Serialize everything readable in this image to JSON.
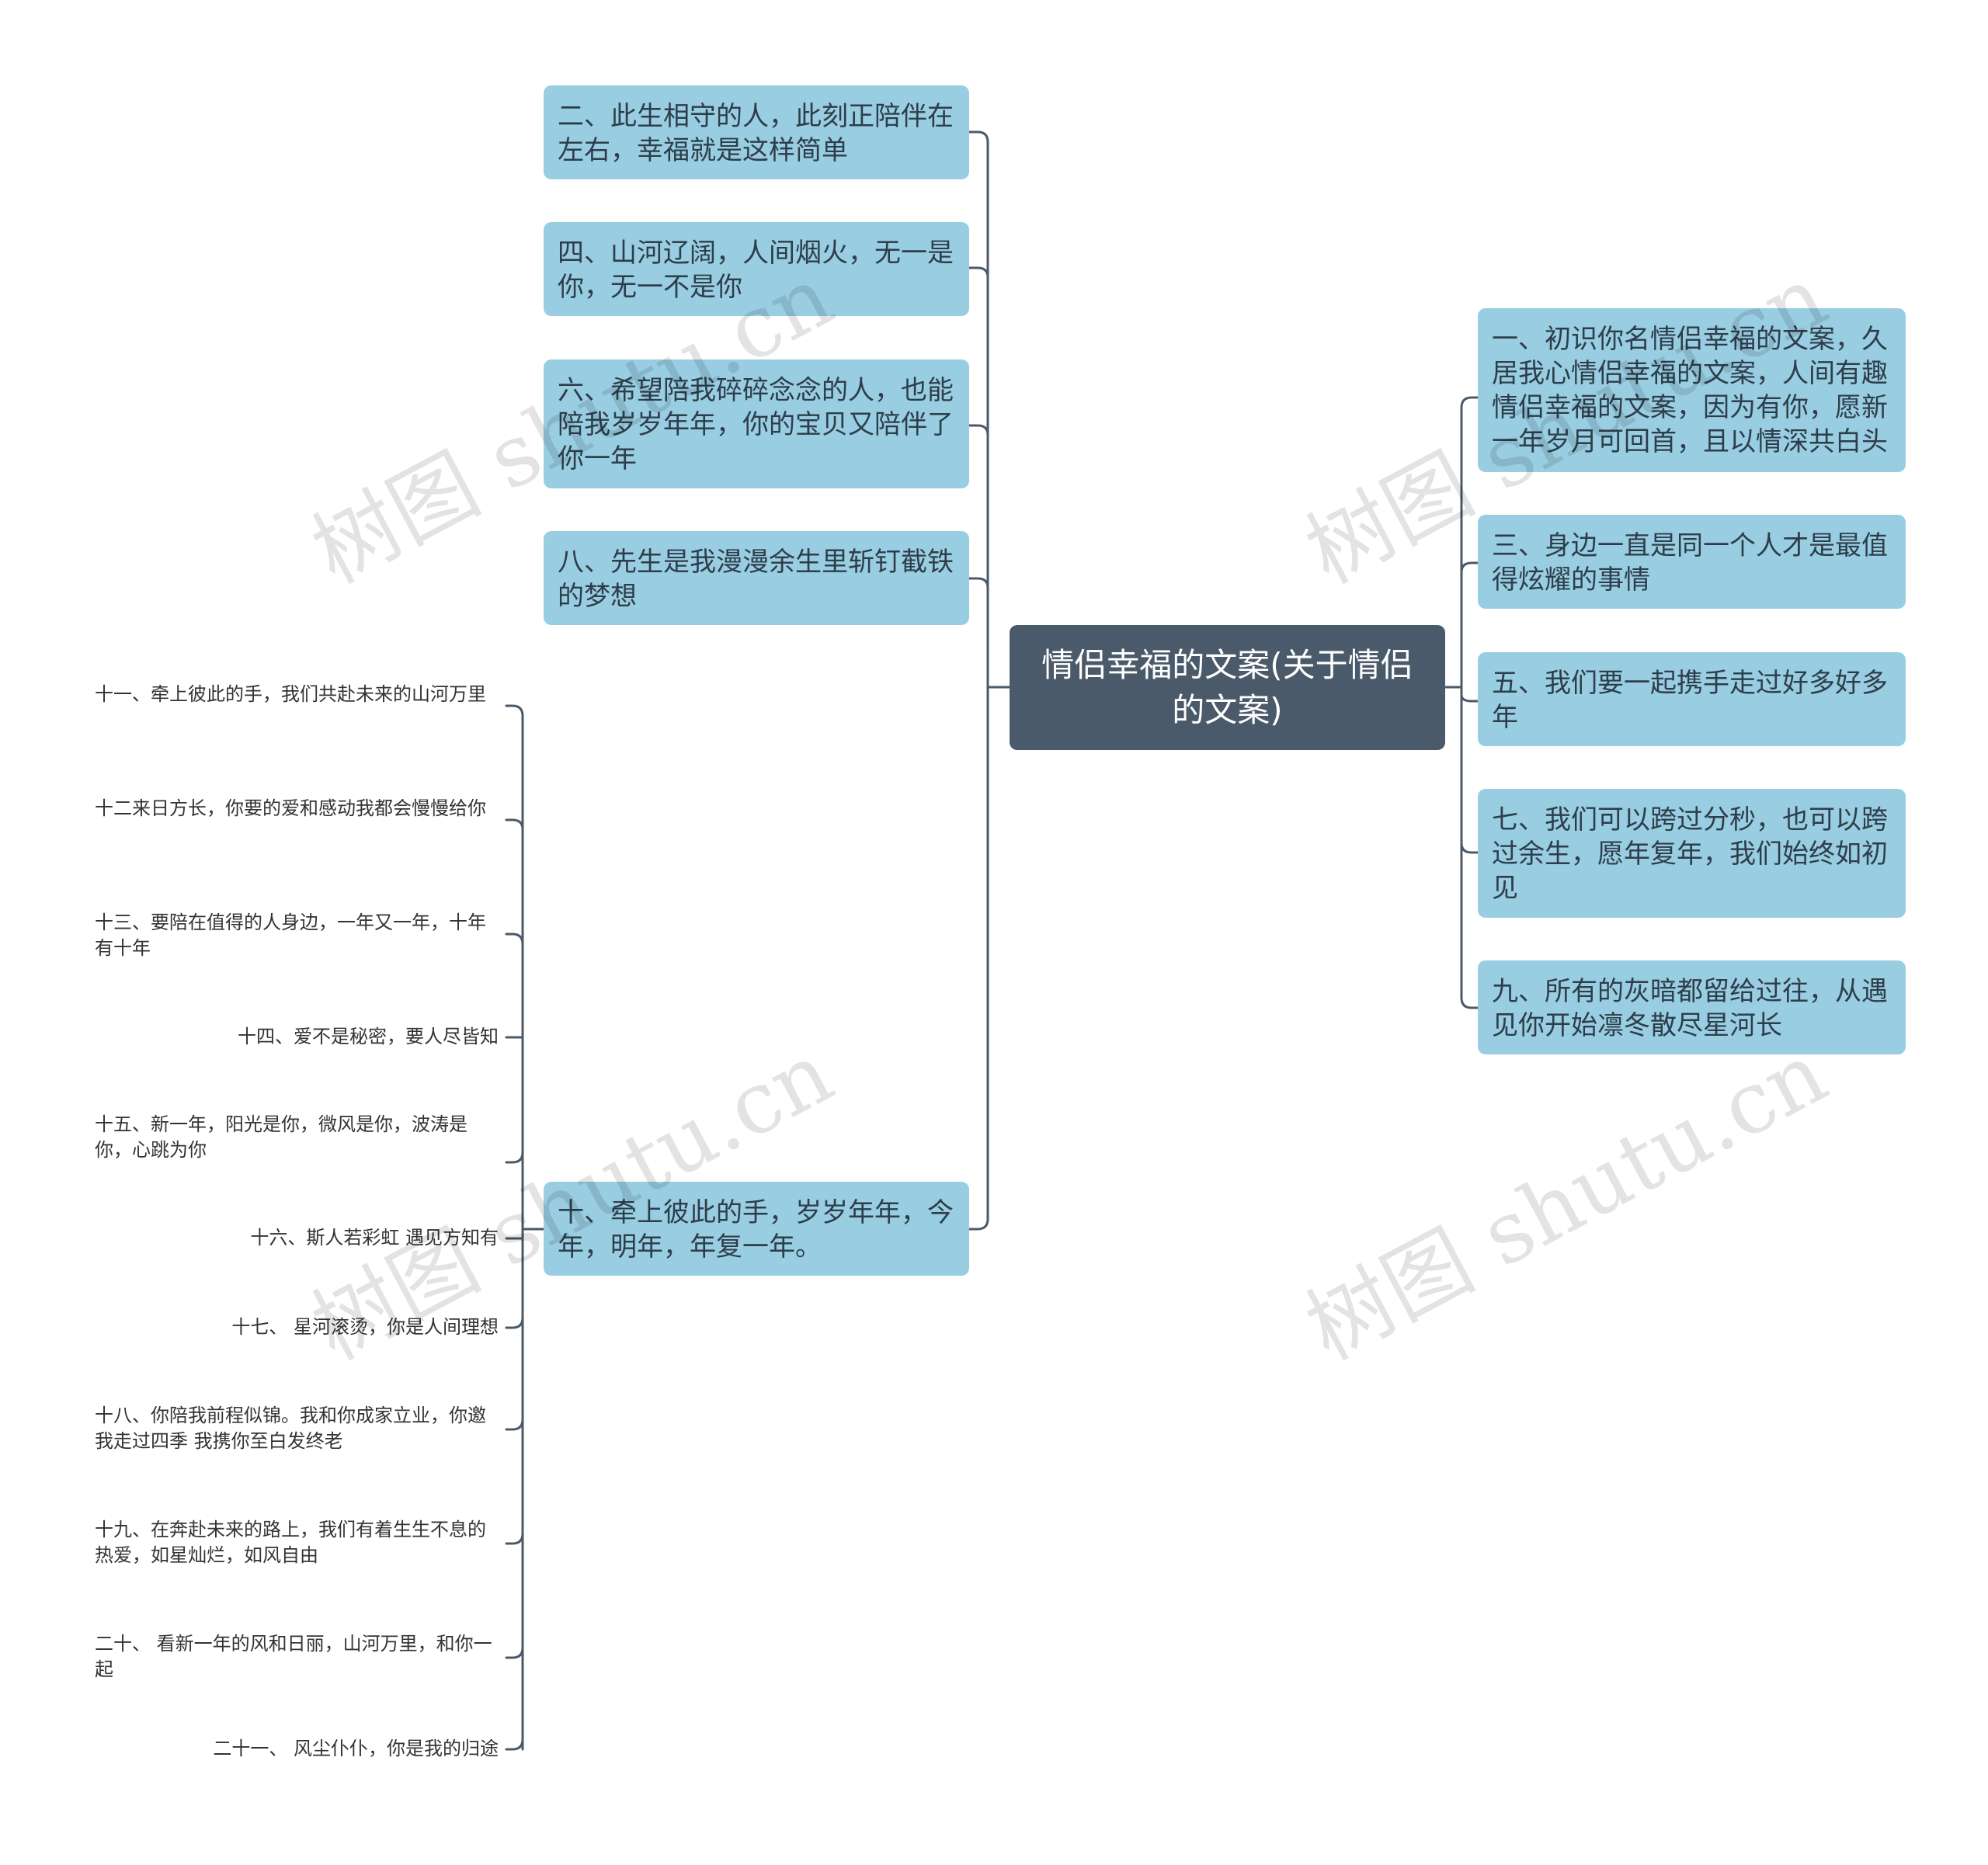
{
  "root": {
    "label": "情侣幸福的文案(关于情侣的文案)"
  },
  "left_nodes": [
    "二、此生相守的人，此刻正陪伴在左右，幸福就是这样简单",
    "四、山河辽阔，人间烟火，无一是你，无一不是你",
    "六、希望陪我碎碎念念的人，也能陪我岁岁年年，你的宝贝又陪伴了你一年",
    "八、先生是我漫漫余生里斩钉截铁的梦想",
    "十、牵上彼此的手，岁岁年年，今年，明年，年复一年。"
  ],
  "right_nodes": [
    "一、初识你名情侣幸福的文案，久居我心情侣幸福的文案，人间有趣情侣幸福的文案，因为有你，愿新一年岁月可回首，且以情深共白头",
    "三、身边一直是同一个人才是最值得炫耀的事情",
    "五、我们要一起携手走过好多好多年",
    "七、我们可以跨过分秒，也可以跨过余生，愿年复年，我们始终如初见",
    "九、所有的灰暗都留给过往，从遇见你开始凛冬散尽星河长"
  ],
  "leaf_nodes": [
    "十一、牵上彼此的手，我们共赴未来的山河万里",
    "十二来日方长，你要的爱和感动我都会慢慢给你",
    "十三、要陪在值得的人身边，一年又一年，十年有十年",
    "十四、爱不是秘密，要人尽皆知",
    "十五、新一年，阳光是你，微风是你，波涛是你，心跳为你",
    "十六、斯人若彩虹 遇见方知有",
    "十七、 星河滚烫，你是人间理想",
    "十八、你陪我前程似锦。我和你成家立业，你邀我走过四季 我携你至白发终老",
    "十九、在奔赴未来的路上，我们有着生生不息的热爱，如星灿烂，如风自由",
    "二十、 看新一年的风和日丽，山河万里，和你一起",
    "二十一、 风尘仆仆，你是我的归途"
  ],
  "watermark": "树图 shutu.cn",
  "colors": {
    "root_bg": "#4b5a6a",
    "node_bg": "#98cde2",
    "line": "#4b5a6a"
  }
}
